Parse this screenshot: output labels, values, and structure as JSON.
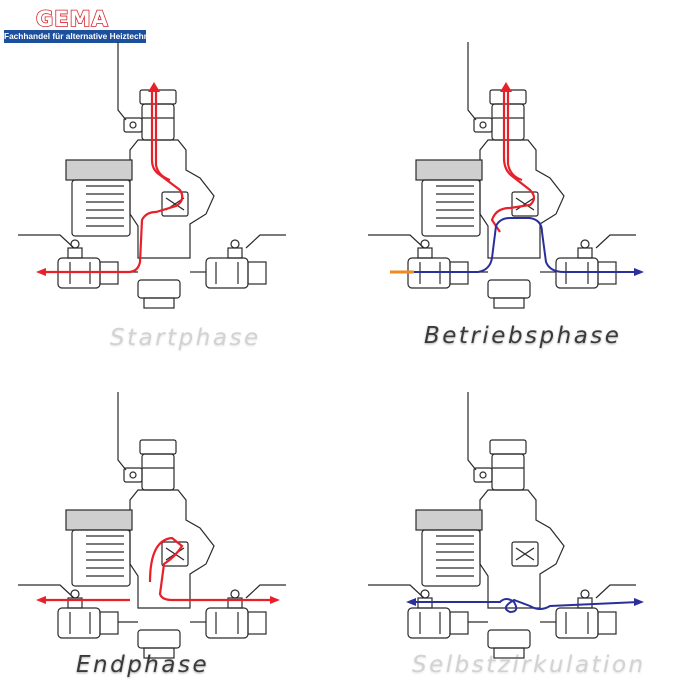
{
  "logo": {
    "name": "GEMA",
    "tagline": "Fachhandel für alternative Heiztechnik"
  },
  "colors": {
    "supply": "#e8202a",
    "return": "#2a2f9b",
    "inlet": "#f08a1c",
    "line": "#2a2a2a",
    "pump": "#cfcfcf"
  },
  "panels": [
    {
      "id": "start",
      "caption": "Startphase",
      "flows": [
        "supply"
      ]
    },
    {
      "id": "run",
      "caption": "Betriebsphase",
      "flows": [
        "supply",
        "return",
        "inlet"
      ]
    },
    {
      "id": "end",
      "caption": "Endphase",
      "flows": [
        "supply"
      ]
    },
    {
      "id": "self",
      "caption": "Selbstzirkulation",
      "flows": [
        "return"
      ]
    }
  ]
}
